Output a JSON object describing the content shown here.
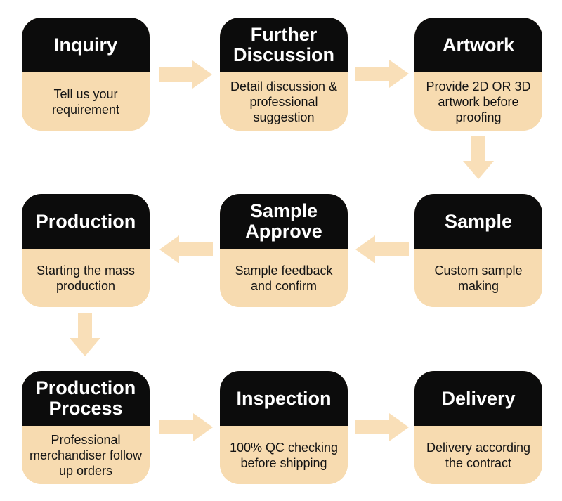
{
  "diagram_type": "process-flowchart",
  "colors": {
    "background": "#ffffff",
    "card_top": "#0c0c0c",
    "card_bottom": "#f7dbb0",
    "arrow": "#f9dfb8",
    "title_text": "#ffffff",
    "description_text": "#141414"
  },
  "steps": [
    {
      "title": "Inquiry",
      "description": "Tell us your requirement"
    },
    {
      "title": "Further Discussion",
      "description": "Detail discussion & professional suggestion"
    },
    {
      "title": "Artwork",
      "description": "Provide 2D OR 3D artwork before proofing"
    },
    {
      "title": "Sample",
      "description": "Custom sample making"
    },
    {
      "title": "Sample Approve",
      "description": "Sample feedback and confirm"
    },
    {
      "title": "Production",
      "description": "Starting the mass production"
    },
    {
      "title": "Production Process",
      "description": "Professional merchandiser follow up orders"
    },
    {
      "title": "Inspection",
      "description": "100% QC checking before shipping"
    },
    {
      "title": "Delivery",
      "description": "Delivery according the contract"
    }
  ],
  "connections": [
    {
      "from": "Inquiry",
      "to": "Further Discussion",
      "direction": "right"
    },
    {
      "from": "Further Discussion",
      "to": "Artwork",
      "direction": "right"
    },
    {
      "from": "Artwork",
      "to": "Sample",
      "direction": "down"
    },
    {
      "from": "Sample",
      "to": "Sample Approve",
      "direction": "left"
    },
    {
      "from": "Sample Approve",
      "to": "Production",
      "direction": "left"
    },
    {
      "from": "Production",
      "to": "Production Process",
      "direction": "down"
    },
    {
      "from": "Production Process",
      "to": "Inspection",
      "direction": "right"
    },
    {
      "from": "Inspection",
      "to": "Delivery",
      "direction": "right"
    }
  ]
}
